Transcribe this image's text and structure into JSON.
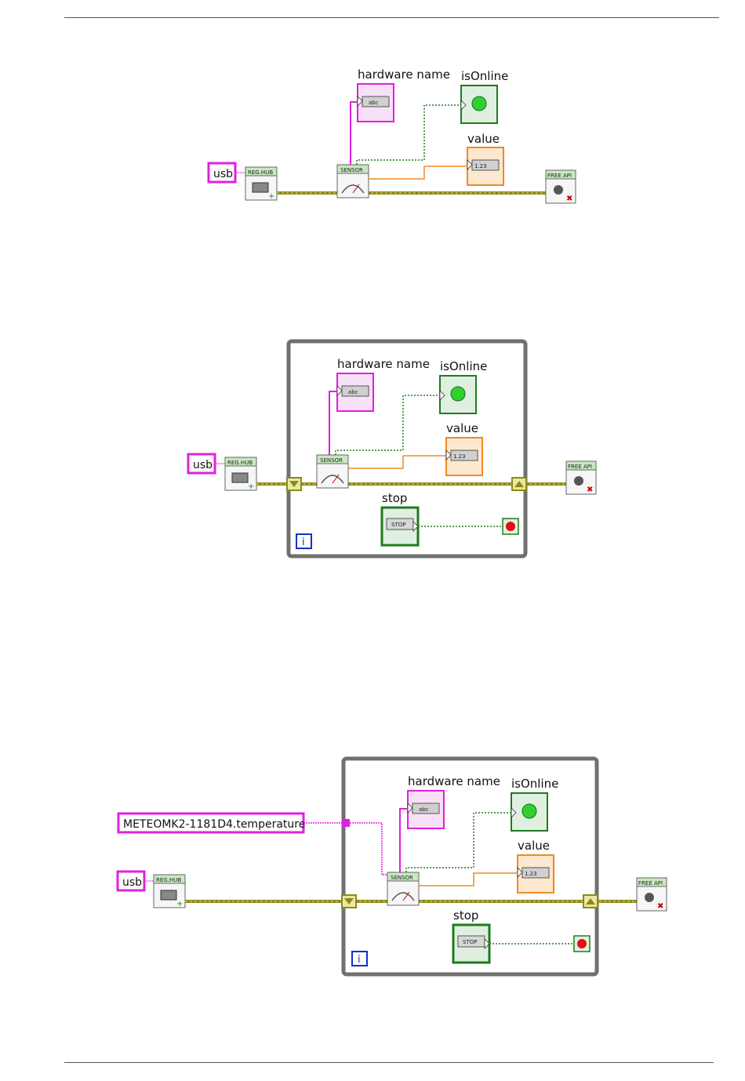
{
  "diagrams": [
    {
      "hardware_label": "hardware name",
      "online_label": "isOnline",
      "value_label": "value",
      "usb_const": "usb",
      "reghub_label": "REG.HUB",
      "sensor_label": "SENSOR",
      "freeapi_label": "FREE API",
      "abc_text": "abc",
      "num_text": "1.23"
    },
    {
      "hardware_label": "hardware name",
      "online_label": "isOnline",
      "value_label": "value",
      "usb_const": "usb",
      "reghub_label": "REG.HUB",
      "sensor_label": "SENSOR",
      "freeapi_label": "FREE API",
      "abc_text": "abc",
      "num_text": "1.23",
      "stop_label": "stop",
      "stop_button": "STOP",
      "iter_label": "i"
    },
    {
      "hardware_label": "hardware name",
      "online_label": "isOnline",
      "value_label": "value",
      "usb_const": "usb",
      "name_const": "METEOMK2-1181D4.temperature",
      "reghub_label": "REG.HUB",
      "sensor_label": "SENSOR",
      "freeapi_label": "FREE API",
      "abc_text": "abc",
      "num_text": "1.23",
      "stop_label": "stop",
      "stop_button": "STOP",
      "iter_label": "i"
    }
  ],
  "colors": {
    "string": "#e020e0",
    "bool": "#1f7a1f",
    "numeric": "#f08a20",
    "cluster": "#8a8a1a",
    "loop": "#707070",
    "iteration": "#1030d0"
  }
}
